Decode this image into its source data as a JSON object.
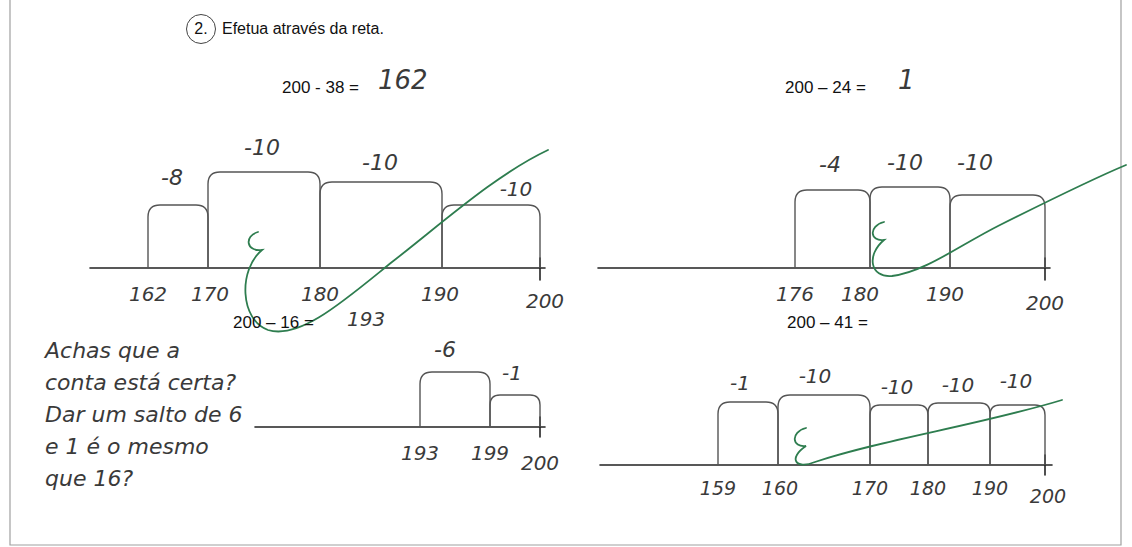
{
  "diagram": {
    "title": "Efetua através da reta.",
    "nodes": [
      {
        "text": [
          "2."
        ]
      }
    ],
    "labels": [
      "200 - 38 =",
      "162",
      "-8",
      "-10",
      "-10",
      "-10",
      "162",
      "170",
      "180",
      "190",
      "200",
      "200 – 24 =",
      "1",
      "-4",
      "-10",
      "-10",
      "176",
      "180",
      "190",
      "200",
      "200 – 16 =",
      "193",
      "Achas que a conta está certa? Dar um salto de 6 e 1 é o mesmo que 16?",
      "-6",
      "-1",
      "193",
      "199",
      "200",
      "200 – 41 =",
      "-1",
      "-10",
      "-10",
      "-10",
      "-10",
      "159",
      "160",
      "170",
      "180",
      "190",
      "200"
    ]
  }
}
